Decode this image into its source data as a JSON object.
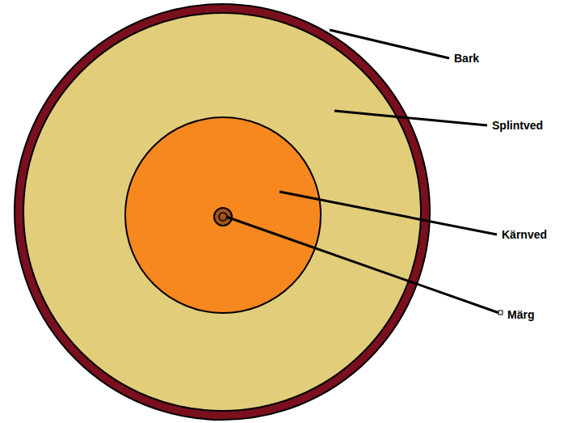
{
  "diagram": {
    "labels": [
      "Bark",
      "Splintved",
      "Kärnved",
      "Märg"
    ]
  }
}
